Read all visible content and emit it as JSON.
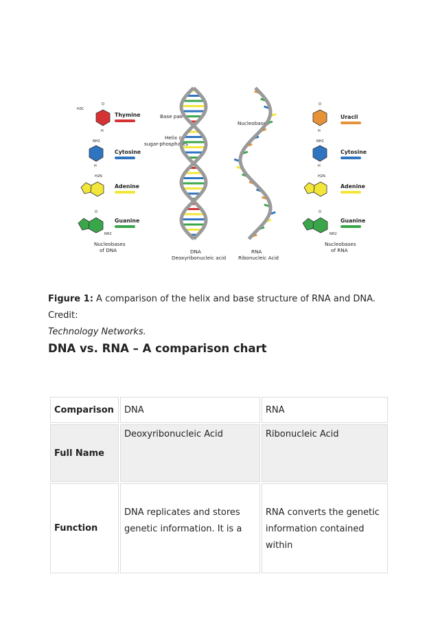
{
  "figure": {
    "left_labels": [
      "Thymine",
      "Cytosine",
      "Adenine",
      "Guanine"
    ],
    "right_labels": [
      "Uracil",
      "Cytosine",
      "Adenine",
      "Guanine"
    ],
    "left_caption": [
      "Nucleobases",
      "of DNA"
    ],
    "right_caption": [
      "Nucleobases",
      "of RNA"
    ],
    "dna_caption": [
      "DNA",
      "Deoxyribonucleic acid"
    ],
    "rna_caption": [
      "RNA",
      "Ribonucleic Acid"
    ],
    "base_pair": "Base pair",
    "helix_label": [
      "Helix of",
      "sugar-phosphates"
    ],
    "nucleobases_label": "Nucleobases",
    "colors": {
      "thymine": "#d63233",
      "cytosine": "#2f74c0",
      "adenine": "#f2e63a",
      "guanine": "#3aa64a",
      "uracil": "#e69238",
      "backbone": "#9a9a9a"
    }
  },
  "caption": {
    "label": "Figure 1:",
    "text": " A comparison of the helix and base structure of RNA and DNA. Credit:",
    "credit": "Technology Networks."
  },
  "heading": "DNA vs. RNA – A comparison chart",
  "table": {
    "header": [
      "Comparison",
      "DNA",
      "RNA"
    ],
    "rows": [
      {
        "label": "Full Name",
        "dna": "Deoxyribonucleic Acid",
        "rna": "Ribonucleic Acid"
      },
      {
        "label": "Function",
        "dna": "DNA replicates and stores genetic information. It is a",
        "rna": "RNA converts the genetic information contained within"
      }
    ]
  }
}
